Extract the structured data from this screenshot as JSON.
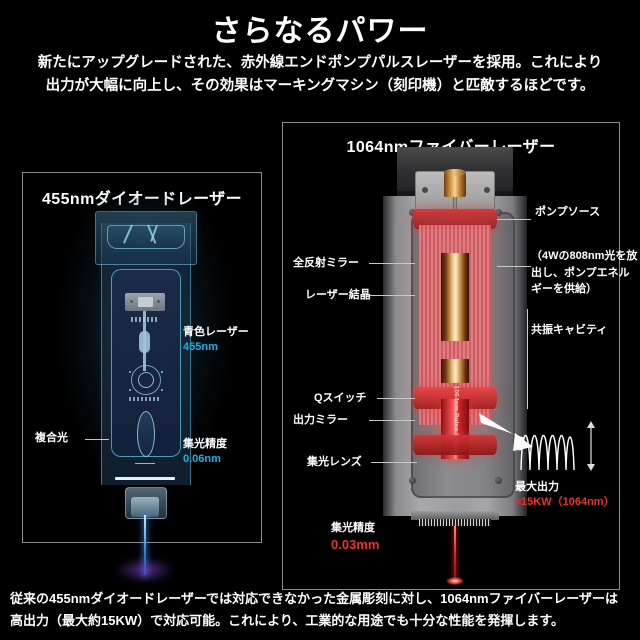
{
  "header": {
    "title": "さらなるパワー",
    "subtitle_line1": "新たにアップグレードされた、赤外線エンドポンプパルスレーザーを採用。これにより",
    "subtitle_line2": "出力が大幅に向上し、その効果はマーキングマシン（刻印機）と匹敵するほどです。"
  },
  "left_panel": {
    "title": "455nmダイオードレーザー",
    "labels": {
      "composite_light": "複合光",
      "blue_laser": "青色レーザー",
      "blue_laser_value": "455nm",
      "focus_precision": "集光精度",
      "focus_precision_value": "0.06nm"
    }
  },
  "right_panel": {
    "title": "1064nmファイバーレーザー",
    "labels": {
      "pump_source": "ポンプソース",
      "pump_source_note_l1": "（4Wの808nm光を放",
      "pump_source_note_l2": "出し、ポンプエネル",
      "pump_source_note_l3": "ギーを供給）",
      "total_reflect_mirror": "全反射ミラー",
      "laser_crystal": "レーザー結晶",
      "resonant_cavity": "共振キャビティ",
      "q_switch": "Qスイッチ",
      "output_mirror": "出力ミラー",
      "focus_lens": "集光レンズ",
      "beam_caption": "1064nm Pulse Laser",
      "max_output": "最大出力",
      "max_output_value": "≈15KW（1064nm）",
      "focus_precision": "集光精度",
      "focus_precision_value": "0.03mm"
    }
  },
  "footer": {
    "line1": "従来の455nmダイオードレーザーでは対応できなかった金属彫刻に対し、1064nmファイバーレーザーは",
    "line2": "高出力（最大約15KW）で対応可能。これにより、工業的な用途でも十分な性能を発揮します。"
  },
  "colors": {
    "background": "#000000",
    "text": "#ffffff",
    "cyan_accent": "#18b3e6",
    "red_accent": "#e8332e",
    "panel_border": "#8d8d8d"
  }
}
